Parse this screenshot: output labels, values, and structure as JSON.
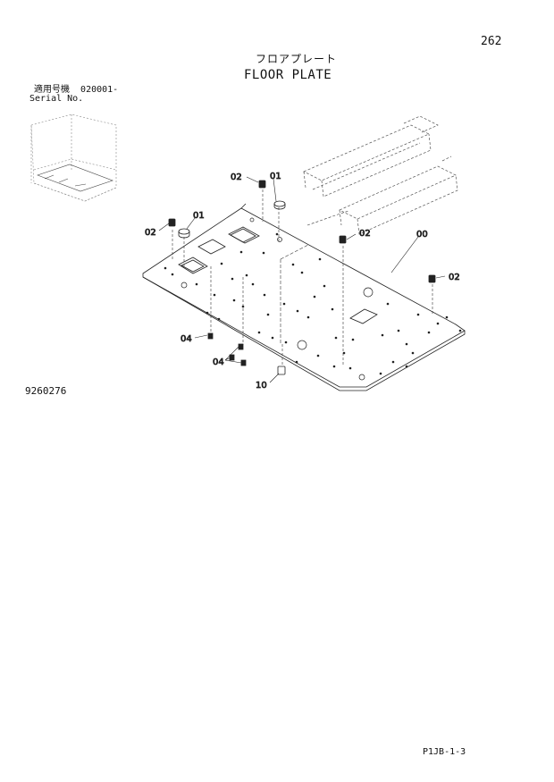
{
  "page_number": "262",
  "title_jp": "フロアプレート",
  "title_en": "FLOOR PLATE",
  "serial": {
    "label_jp": "適用号機",
    "number": "020001-",
    "label_en": "Serial No."
  },
  "drawing_number": "9260276",
  "page_code": "P1JB-1-3",
  "callouts": {
    "c_02_top": "02",
    "c_01_top": "01",
    "c_02_left": "02",
    "c_01_left": "01",
    "c_02_mid": "02",
    "c_00": "00",
    "c_02_right": "02",
    "c_04_a": "04",
    "c_04_b": "04",
    "c_10": "10"
  }
}
